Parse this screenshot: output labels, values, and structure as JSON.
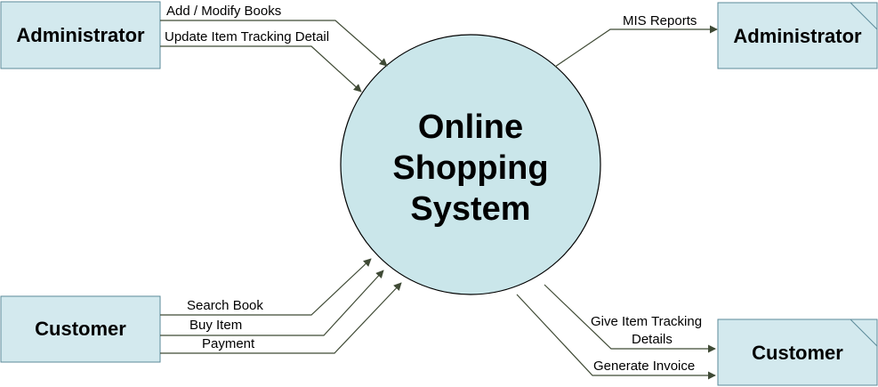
{
  "colors": {
    "entity_fill": "#d3e9ee",
    "entity_stroke": "#5b8a99",
    "process_fill": "#cae6ea",
    "process_stroke": "#000000",
    "flow_stroke": "#3f4a35"
  },
  "process": {
    "lines": [
      "Online",
      "Shopping",
      "System"
    ]
  },
  "entities": {
    "admin_source": "Administrator",
    "customer_source": "Customer",
    "admin_sink": "Administrator",
    "customer_sink": "Customer"
  },
  "flows": {
    "add_modify_books": "Add / Modify Books",
    "update_item_tracking": "Update Item Tracking Detail",
    "mis_reports": "MIS Reports",
    "search_book": "Search Book",
    "buy_item": "Buy Item",
    "payment": "Payment",
    "give_item_tracking_line1": "Give Item Tracking",
    "give_item_tracking_line2": "Details",
    "generate_invoice": "Generate Invoice"
  }
}
